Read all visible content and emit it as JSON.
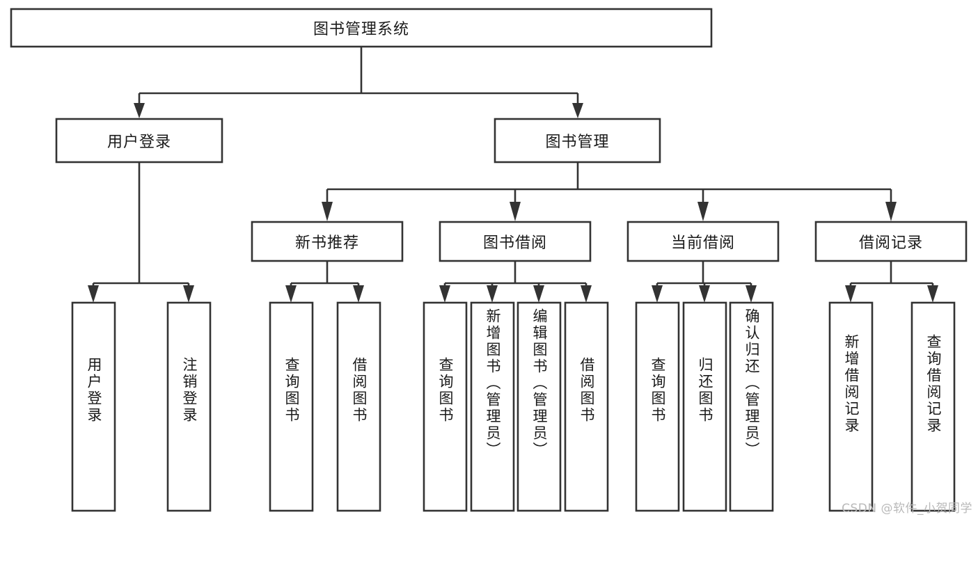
{
  "diagram": {
    "title": "图书管理系统",
    "type": "tree-hierarchy",
    "colors": {
      "stroke": "#333333",
      "box_fill": "#ffffff",
      "text": "#1a1a1a",
      "background": "#ffffff",
      "watermark": "#b9b9b9"
    },
    "root": {
      "label": "图书管理系统"
    },
    "level2": [
      {
        "label": "用户登录"
      },
      {
        "label": "图书管理"
      }
    ],
    "level3": [
      {
        "label": "新书推荐"
      },
      {
        "label": "图书借阅"
      },
      {
        "label": "当前借阅"
      },
      {
        "label": "借阅记录"
      }
    ],
    "leaves": {
      "user_login": [
        {
          "label": "用户登录"
        },
        {
          "label": "注销登录"
        }
      ],
      "new_book_recommend": [
        {
          "label": "查询图书"
        },
        {
          "label": "借阅图书"
        }
      ],
      "book_borrow": [
        {
          "label": "查询图书"
        },
        {
          "label": "新增图书（管理员）"
        },
        {
          "label": "编辑图书（管理员）"
        },
        {
          "label": "借阅图书"
        }
      ],
      "current_borrow": [
        {
          "label": "查询图书"
        },
        {
          "label": "归还图书"
        },
        {
          "label": "确认归还（管理员）"
        }
      ],
      "borrow_record": [
        {
          "label": "新增借阅记录"
        },
        {
          "label": "查询借阅记录"
        }
      ]
    }
  },
  "watermark": {
    "text": "CSDN @软件_小贺同学"
  }
}
